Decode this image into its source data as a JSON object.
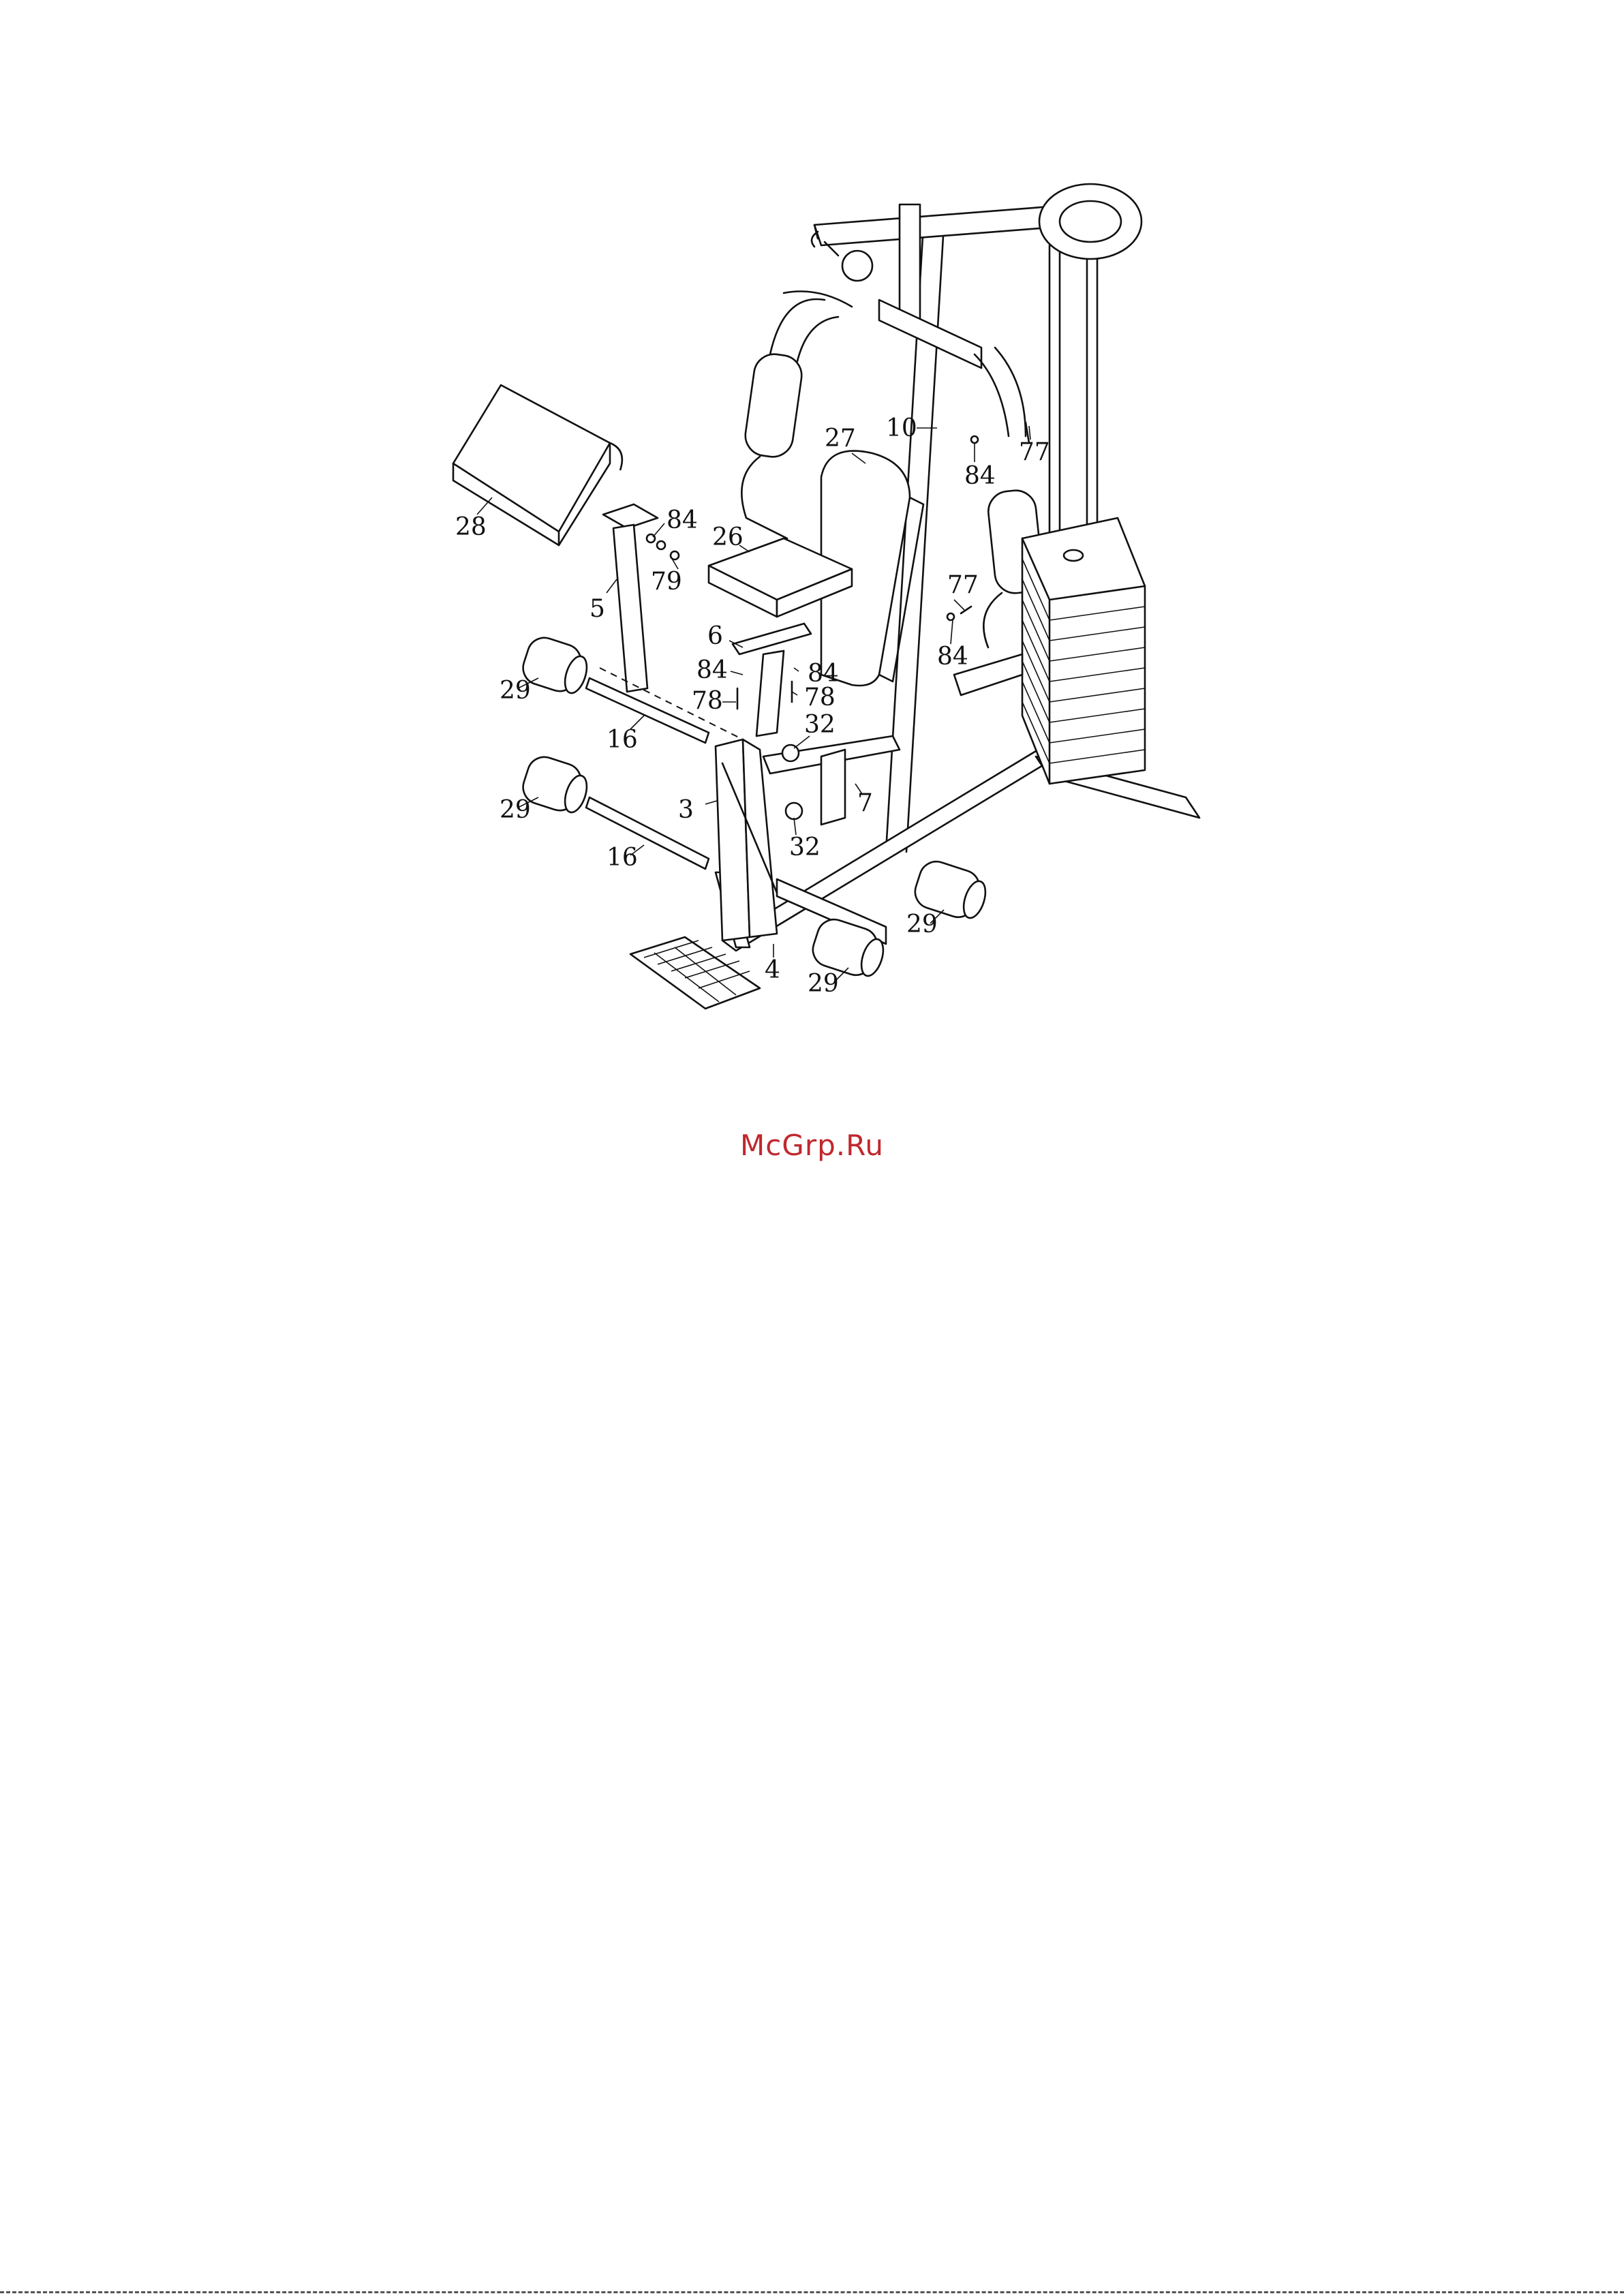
{
  "diagram": {
    "callouts": [
      {
        "id": "c28",
        "text": "28"
      },
      {
        "id": "c84a",
        "text": "84"
      },
      {
        "id": "c79",
        "text": "79"
      },
      {
        "id": "c5",
        "text": "5"
      },
      {
        "id": "c26",
        "text": "26"
      },
      {
        "id": "c27",
        "text": "27"
      },
      {
        "id": "c10",
        "text": "10"
      },
      {
        "id": "c84b",
        "text": "84"
      },
      {
        "id": "c77a",
        "text": "77"
      },
      {
        "id": "c6",
        "text": "6"
      },
      {
        "id": "c84c",
        "text": "84"
      },
      {
        "id": "c84d",
        "text": "84"
      },
      {
        "id": "c78a",
        "text": "78"
      },
      {
        "id": "c78b",
        "text": "78"
      },
      {
        "id": "c77b",
        "text": "77"
      },
      {
        "id": "c84e",
        "text": "84"
      },
      {
        "id": "c29a",
        "text": "29"
      },
      {
        "id": "c16a",
        "text": "16"
      },
      {
        "id": "c32a",
        "text": "32"
      },
      {
        "id": "c3",
        "text": "3"
      },
      {
        "id": "c7",
        "text": "7"
      },
      {
        "id": "c29b",
        "text": "29"
      },
      {
        "id": "c32b",
        "text": "32"
      },
      {
        "id": "c16b",
        "text": "16"
      },
      {
        "id": "c29c",
        "text": "29"
      },
      {
        "id": "c4",
        "text": "4"
      },
      {
        "id": "c29d",
        "text": "29"
      }
    ]
  },
  "watermark": {
    "text": "McGrp.Ru",
    "color": "#c0282d"
  }
}
